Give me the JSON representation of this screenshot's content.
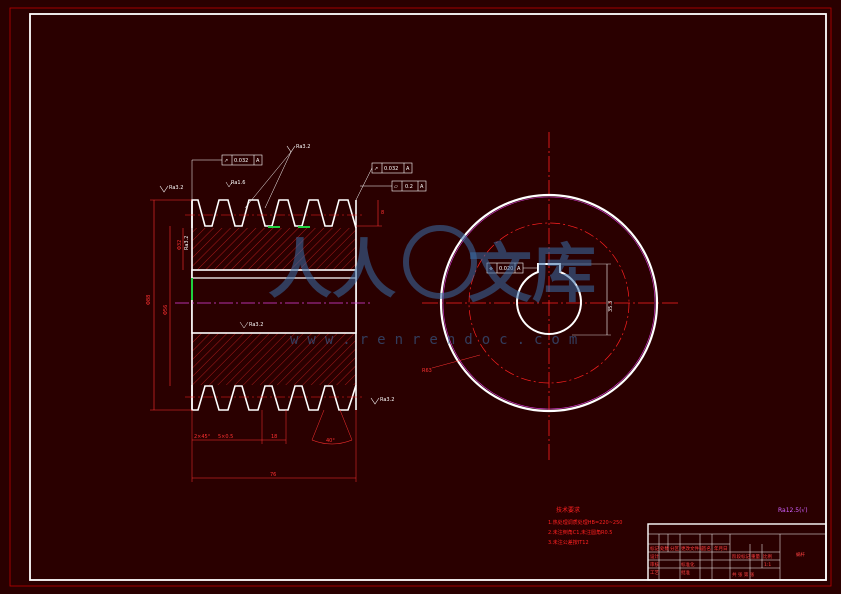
{
  "colors": {
    "background": "#2a0000",
    "outline": "#ffffff",
    "dimension": "#ff3030",
    "centerline": "#ff2020",
    "hatch": "#ff2a2a",
    "magenta": "#e040e0",
    "green": "#20d040",
    "watermark": "#3a6ea8"
  },
  "drawing": {
    "roughness_labels": {
      "top_left": "Ra3.2",
      "tooth": "Ra3.2",
      "flank": "Ra1.6",
      "left_face": "Ra3.2",
      "bore": "Ra3.2",
      "bottom_right": "Ra3.2"
    },
    "tolerance_frames": {
      "top_runout": {
        "value": "0.032",
        "datum": "A"
      },
      "right_runout": {
        "value": "0.032",
        "datum": "A"
      },
      "right_flat": {
        "value": "0.2",
        "datum": "A"
      },
      "keyway_symmetry": {
        "value": "0.020",
        "datum": "A"
      }
    },
    "dimensions": {
      "outer_diameter": "Φ88",
      "root_diameter": "Φ56",
      "bore_diameter": "Φ32",
      "tooth_height": "8",
      "chamfer": "2×45°",
      "tooth_gap": "5×0.5",
      "pitch": "18",
      "thread_angle": "40°",
      "length": "76",
      "keyway_depth": "35.3",
      "end_radius": "R63"
    },
    "tech_notes": {
      "title": "技术要求",
      "lines": [
        "1.热处理调质处理HB=220~250",
        "2.未注倒角C1,未注圆角R0.5",
        "3.未注公差按IT12"
      ]
    },
    "general_roughness": "Ra12.5(√)",
    "title_block": {
      "part_name": "蜗杆",
      "header_cells": [
        "标记",
        "处数",
        "分区",
        "更改文件号",
        "签名",
        "年月日"
      ],
      "row_labels": [
        "设计",
        "审核",
        "工艺",
        "标准化",
        "批准"
      ],
      "stage_label": "阶段标记",
      "weight_label": "重量",
      "scale_label": "比例",
      "scale_value": "1:1",
      "sheet_label": "共 张 第 张"
    },
    "watermark": {
      "left_text": "人人",
      "right_text": "文库",
      "url": "www.renrendoc.com"
    }
  }
}
